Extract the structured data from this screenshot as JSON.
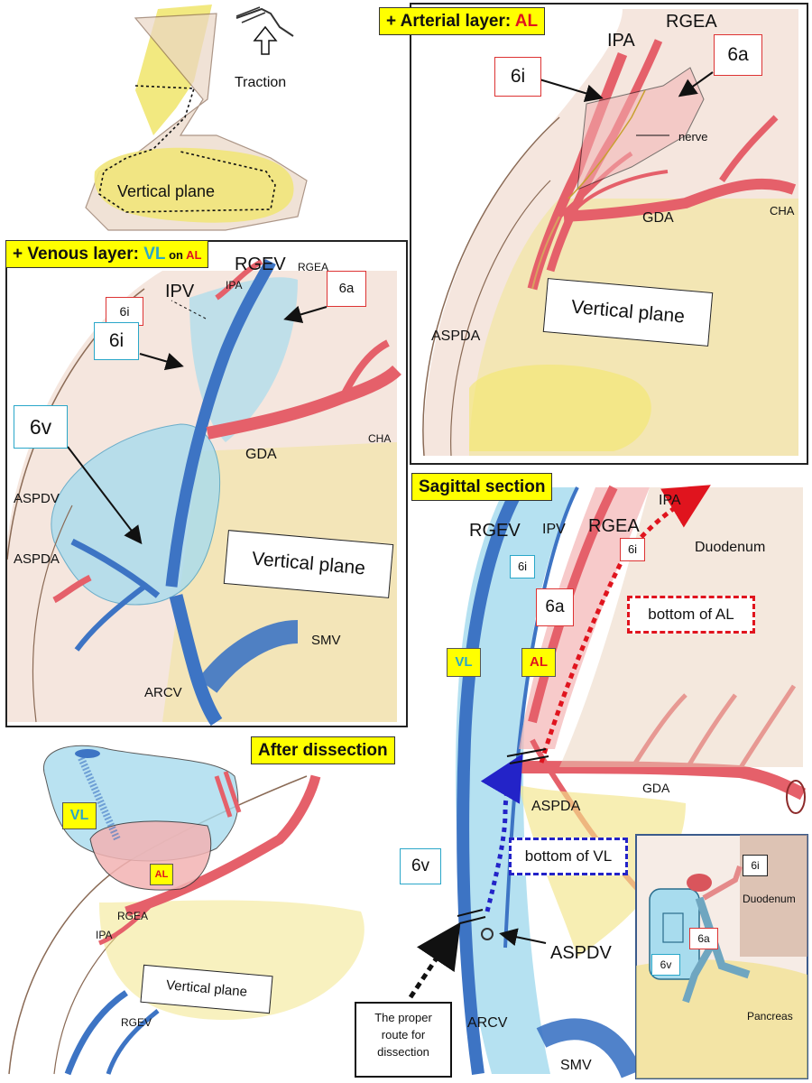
{
  "colors": {
    "artery": "#e5606a",
    "artery_light": "#f3b3b3",
    "vein": "#3d74c4",
    "vein_light": "#a8dcee",
    "pancreas": "#f3e26a",
    "duodenum": "#e8c8b0",
    "label_yellow": "#ffff00",
    "red_dash": "#e0141e",
    "blue_dash": "#2323c8"
  },
  "panel_top_left": {
    "traction": "Traction",
    "vertical_plane": "Vertical plane"
  },
  "panel_arterial": {
    "title_prefix": "+ Arterial layer: ",
    "title_key": "AL",
    "ipa": "IPA",
    "rgea": "RGEA",
    "box_6i": "6i",
    "box_6a": "6a",
    "nerve": "nerve",
    "gda": "GDA",
    "cha": "CHA",
    "aspda": "ASPDA",
    "vertical_plane": "Vertical plane"
  },
  "panel_venous": {
    "title_prefix": "+ Venous layer: ",
    "title_key": "VL",
    "title_on": " on ",
    "title_al": "AL",
    "ipv": "IPV",
    "ipa": "IPA",
    "rgev": "RGEV",
    "rgea": "RGEA",
    "box_6i_red": "6i",
    "box_6i_cyan": "6i",
    "box_6a": "6a",
    "box_6v": "6v",
    "gda": "GDA",
    "cha": "CHA",
    "aspdv": "ASPDV",
    "aspda": "ASPDA",
    "arcv": "ARCV",
    "smv": "SMV",
    "vertical_plane": "Vertical plane"
  },
  "panel_sagittal": {
    "title": "Sagittal section",
    "rgev": "RGEV",
    "ipv": "IPV",
    "rgea": "RGEA",
    "ipa": "IPA",
    "duodenum": "Duodenum",
    "box_6i_red": "6i",
    "box_6i_cyan": "6i",
    "box_6a": "6a",
    "bottom_al": "bottom of AL",
    "vl": "VL",
    "al": "AL",
    "gda": "GDA",
    "aspda": "ASPDA",
    "bottom_vl": "bottom of VL",
    "box_6v": "6v",
    "aspdv": "ASPDV",
    "arcv": "ARCV",
    "smv": "SMV",
    "route_line1": "The proper",
    "route_line2": "route for",
    "route_line3": "dissection"
  },
  "panel_after": {
    "title": "After dissection",
    "vl": "VL",
    "al": "AL",
    "rgea": "RGEA",
    "ipa": "IPA",
    "vertical_plane": "Vertical plane",
    "rgev": "RGEV"
  },
  "inset_climber": {
    "box_6i": "6i",
    "box_6a": "6a",
    "box_6v": "6v",
    "duodenum": "Duodenum",
    "pancreas": "Pancreas"
  }
}
